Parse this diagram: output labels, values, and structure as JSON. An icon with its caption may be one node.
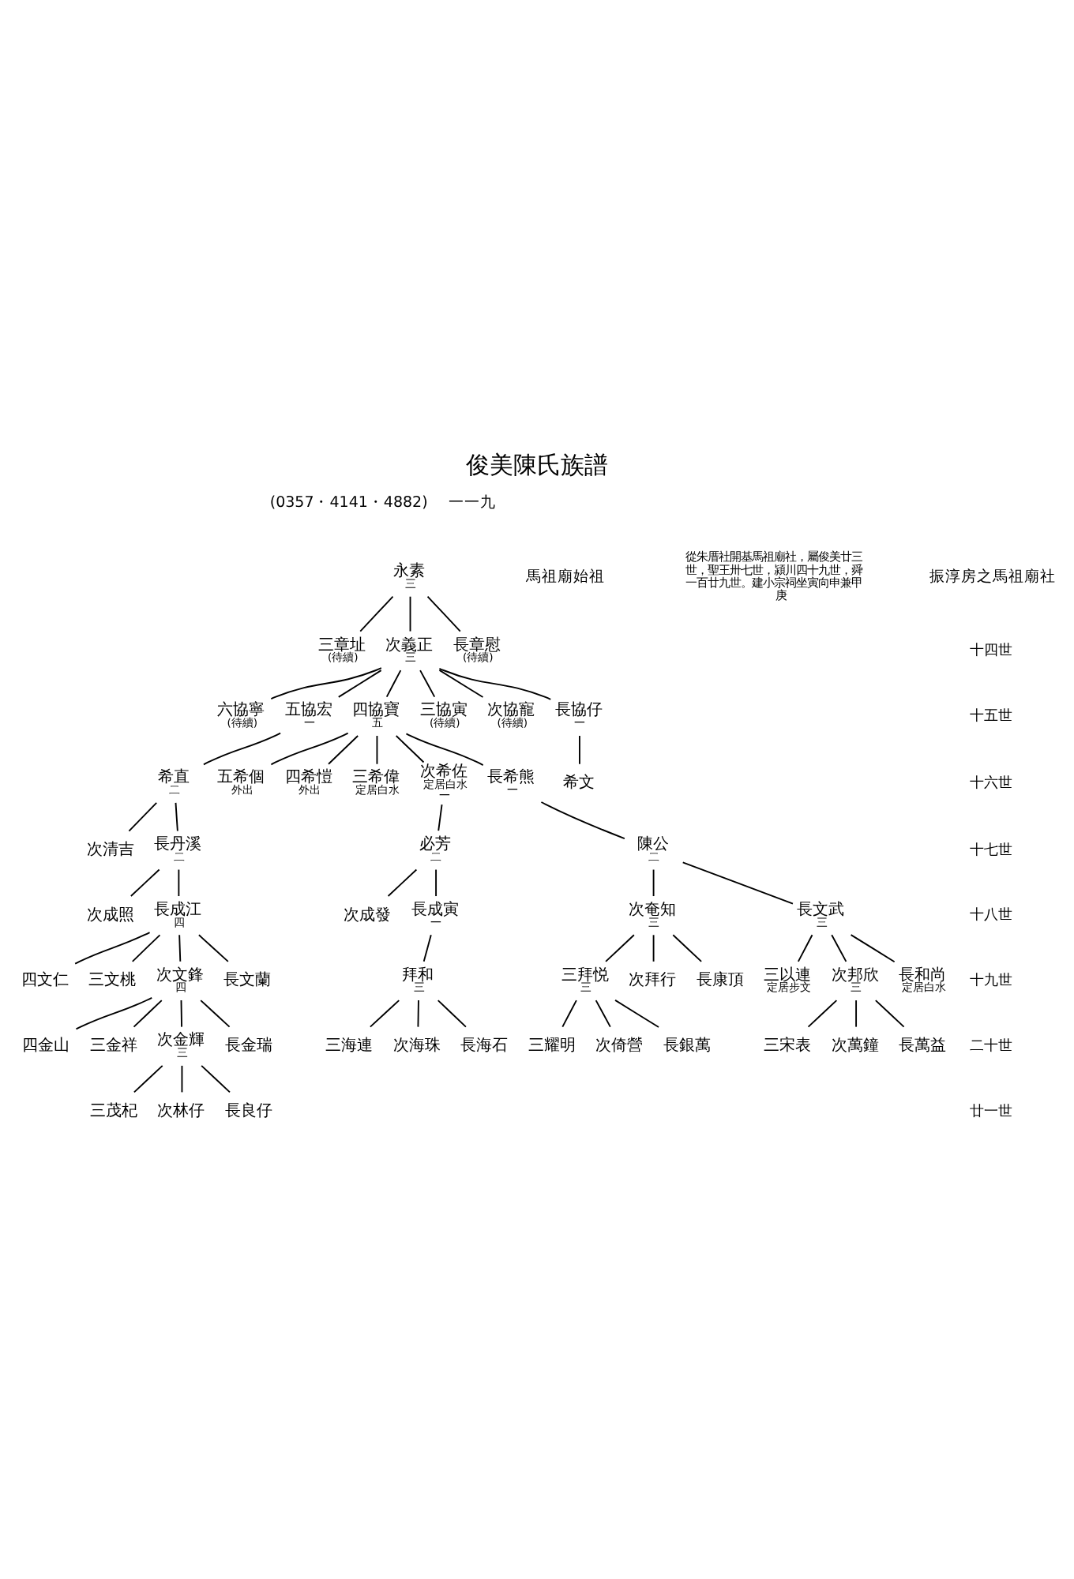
{
  "diagram": {
    "title": "俊美陳氏族譜",
    "nodes": [
      {
        "text": [
          "永素"
        ],
        "beside": [
          "三"
        ]
      },
      {
        "text": [
          "長章慰"
        ],
        "beside": [
          "(待續)"
        ]
      },
      {
        "text": [
          "次義正"
        ],
        "beside": [
          "三"
        ]
      },
      {
        "text": [
          "三章址"
        ],
        "beside": [
          "(待續)"
        ]
      },
      {
        "text": [
          "長協仔"
        ],
        "beside": [
          "一"
        ]
      },
      {
        "text": [
          "次協寵"
        ],
        "beside": [
          "(待續)"
        ]
      },
      {
        "text": [
          "三協寅"
        ],
        "beside": [
          "(待續)"
        ]
      },
      {
        "text": [
          "四協寶"
        ],
        "beside": [
          "五"
        ]
      },
      {
        "text": [
          "五協宏"
        ],
        "beside": [
          "一"
        ]
      },
      {
        "text": [
          "六協寧"
        ],
        "beside": [
          "(待續)"
        ]
      },
      {
        "text": [
          "希文"
        ]
      },
      {
        "text": [
          "長希熊"
        ],
        "beside": [
          "一"
        ]
      },
      {
        "text": [
          "次希佐"
        ],
        "beside": [
          "定居白水",
          "一"
        ]
      },
      {
        "text": [
          "三希偉"
        ],
        "beside": [
          "定居白水"
        ]
      },
      {
        "text": [
          "四希愷"
        ],
        "beside": [
          "外出"
        ]
      },
      {
        "text": [
          "五希個"
        ],
        "beside": [
          "外出"
        ]
      },
      {
        "text": [
          "希直"
        ],
        "beside": [
          "二"
        ]
      },
      {
        "text": [
          "陳公"
        ],
        "beside": [
          "二"
        ]
      },
      {
        "text": [
          "必芳"
        ],
        "beside": [
          "二"
        ]
      },
      {
        "text": [
          "長丹溪"
        ],
        "beside": [
          "二"
        ]
      },
      {
        "text": [
          "次清吉"
        ]
      },
      {
        "text": [
          "長文武"
        ],
        "beside": [
          "三"
        ]
      },
      {
        "text": [
          "次奄知"
        ],
        "beside": [
          "三"
        ]
      },
      {
        "text": [
          "長成寅"
        ],
        "beside": [
          "一"
        ]
      },
      {
        "text": [
          "次成發"
        ]
      },
      {
        "text": [
          "長成江"
        ],
        "beside": [
          "四"
        ]
      },
      {
        "text": [
          "次成照"
        ]
      },
      {
        "text": [
          "長和尚"
        ],
        "beside": [
          "定居白水"
        ]
      },
      {
        "text": [
          "次邦欣"
        ],
        "beside": [
          "三"
        ]
      },
      {
        "text": [
          "三以連"
        ],
        "beside": [
          "定居步文"
        ]
      },
      {
        "text": [
          "長康頂"
        ]
      },
      {
        "text": [
          "次拜行"
        ]
      },
      {
        "text": [
          "三拜悦"
        ],
        "beside": [
          "三"
        ]
      },
      {
        "text": [
          "拜和"
        ],
        "beside": [
          "三"
        ]
      },
      {
        "text": [
          "長文蘭"
        ]
      },
      {
        "text": [
          "次文鋒"
        ],
        "beside": [
          "四"
        ]
      },
      {
        "text": [
          "三文桃"
        ]
      },
      {
        "text": [
          "四文仁"
        ]
      },
      {
        "text": [
          "長萬益"
        ]
      },
      {
        "text": [
          "次萬鐘"
        ]
      },
      {
        "text": [
          "三宋表"
        ]
      },
      {
        "text": [
          "長銀萬"
        ]
      },
      {
        "text": [
          "次倚營"
        ]
      },
      {
        "text": [
          "三耀明"
        ]
      },
      {
        "text": [
          "長海石"
        ]
      },
      {
        "text": [
          "次海珠"
        ]
      },
      {
        "text": [
          "三海連"
        ]
      },
      {
        "text": [
          "長金瑞"
        ]
      },
      {
        "text": [
          "次金輝"
        ],
        "beside": [
          "三"
        ]
      },
      {
        "text": [
          "三金祥"
        ]
      },
      {
        "text": [
          "四金山"
        ]
      },
      {
        "text": [
          "長良仔"
        ]
      },
      {
        "text": [
          "次林仔"
        ]
      },
      {
        "text": [
          "三茂杞"
        ]
      }
    ],
    "edges": [
      {
        "from": 0,
        "to": 1,
        "arrow": "none"
      },
      {
        "from": 0,
        "to": 2,
        "arrow": "none"
      },
      {
        "from": 0,
        "to": 3,
        "arrow": "none"
      },
      {
        "from": 2,
        "to": 4,
        "arrow": "none"
      },
      {
        "from": 2,
        "to": 5,
        "arrow": "none"
      },
      {
        "from": 2,
        "to": 6,
        "arrow": "none"
      },
      {
        "from": 2,
        "to": 7,
        "arrow": "none"
      },
      {
        "from": 2,
        "to": 8,
        "arrow": "none"
      },
      {
        "from": 2,
        "to": 9,
        "arrow": "none"
      },
      {
        "from": 4,
        "to": 10,
        "arrow": "none"
      },
      {
        "from": 7,
        "to": 11,
        "arrow": "none"
      },
      {
        "from": 7,
        "to": 12,
        "arrow": "none"
      },
      {
        "from": 7,
        "to": 13,
        "arrow": "none"
      },
      {
        "from": 7,
        "to": 14,
        "arrow": "none"
      },
      {
        "from": 7,
        "to": 15,
        "arrow": "none"
      },
      {
        "from": 8,
        "to": 16,
        "arrow": "none"
      },
      {
        "from": 11,
        "to": 17,
        "arrow": "none"
      },
      {
        "from": 12,
        "to": 18,
        "arrow": "none"
      },
      {
        "from": 16,
        "to": 19,
        "arrow": "none"
      },
      {
        "from": 16,
        "to": 20,
        "arrow": "none"
      },
      {
        "from": 17,
        "to": 21,
        "arrow": "none"
      },
      {
        "from": 17,
        "to": 22,
        "arrow": "none"
      },
      {
        "from": 18,
        "to": 23,
        "arrow": "none"
      },
      {
        "from": 18,
        "to": 24,
        "arrow": "none"
      },
      {
        "from": 19,
        "to": 25,
        "arrow": "none"
      },
      {
        "from": 19,
        "to": 26,
        "arrow": "none"
      },
      {
        "from": 21,
        "to": 27,
        "arrow": "none"
      },
      {
        "from": 21,
        "to": 28,
        "arrow": "none"
      },
      {
        "from": 21,
        "to": 29,
        "arrow": "none"
      },
      {
        "from": 22,
        "to": 30,
        "arrow": "none"
      },
      {
        "from": 22,
        "to": 31,
        "arrow": "none"
      },
      {
        "from": 22,
        "to": 32,
        "arrow": "none"
      },
      {
        "from": 23,
        "to": 33,
        "arrow": "none"
      },
      {
        "from": 25,
        "to": 34,
        "arrow": "none"
      },
      {
        "from": 25,
        "to": 35,
        "arrow": "none"
      },
      {
        "from": 25,
        "to": 36,
        "arrow": "none"
      },
      {
        "from": 25,
        "to": 37,
        "arrow": "none"
      },
      {
        "from": 28,
        "to": 38,
        "arrow": "none"
      },
      {
        "from": 28,
        "to": 39,
        "arrow": "none"
      },
      {
        "from": 28,
        "to": 40,
        "arrow": "none"
      },
      {
        "from": 32,
        "to": 41,
        "arrow": "none"
      },
      {
        "from": 32,
        "to": 42,
        "arrow": "none"
      },
      {
        "from": 32,
        "to": 43,
        "arrow": "none"
      },
      {
        "from": 33,
        "to": 44,
        "arrow": "none"
      },
      {
        "from": 33,
        "to": 45,
        "arrow": "none"
      },
      {
        "from": 33,
        "to": 46,
        "arrow": "none"
      },
      {
        "from": 35,
        "to": 47,
        "arrow": "none"
      },
      {
        "from": 35,
        "to": 48,
        "arrow": "none"
      },
      {
        "from": 35,
        "to": 49,
        "arrow": "none"
      },
      {
        "from": 35,
        "to": 50,
        "arrow": "none"
      },
      {
        "from": 48,
        "to": 51,
        "arrow": "none"
      },
      {
        "from": 48,
        "to": 52,
        "arrow": "none"
      },
      {
        "from": 48,
        "to": 53,
        "arrow": "none"
      }
    ],
    "labels": [
      "(0357・4141・4882)",
      "一一九",
      "馬祖廟始祖",
      "從朱厝社開基馬祖廟社，屬俊美廿三世，聖王卅七世，潁川四十九世，舜一百廿九世。建小宗祠坐寅向申兼甲庚",
      "振淳房之馬祖廟社",
      "十四世",
      "十五世",
      "十六世",
      "十七世",
      "十八世",
      "十九世",
      "二十世",
      "廿一世"
    ]
  }
}
